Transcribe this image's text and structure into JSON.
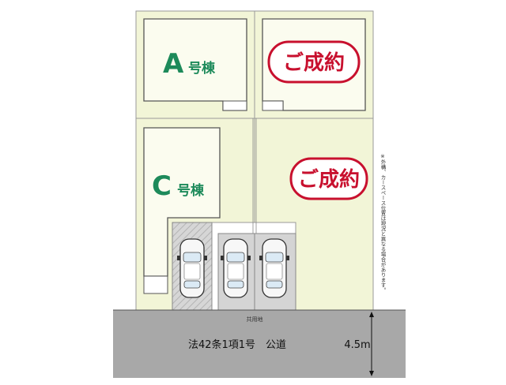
{
  "lots": {
    "a": {
      "letter": "A",
      "suffix": "号棟"
    },
    "b": {
      "status": "ご成約"
    },
    "c": {
      "letter": "C",
      "suffix": "号棟"
    },
    "d": {
      "status": "ご成約"
    }
  },
  "shared_area_label": "共用地",
  "road": {
    "label": "法42条1項1号　公道",
    "width_label": "4.5m"
  },
  "side_note": "※外構、カースペース位置は現況と異なる場合があります。",
  "colors": {
    "lot_fill": "#f2f5d7",
    "building_line": "#555555",
    "accent_green": "#1d8a5a",
    "sold_red": "#c8102e",
    "road_fill": "#a8a8a8",
    "parking_fill": "#d4d4d4"
  }
}
